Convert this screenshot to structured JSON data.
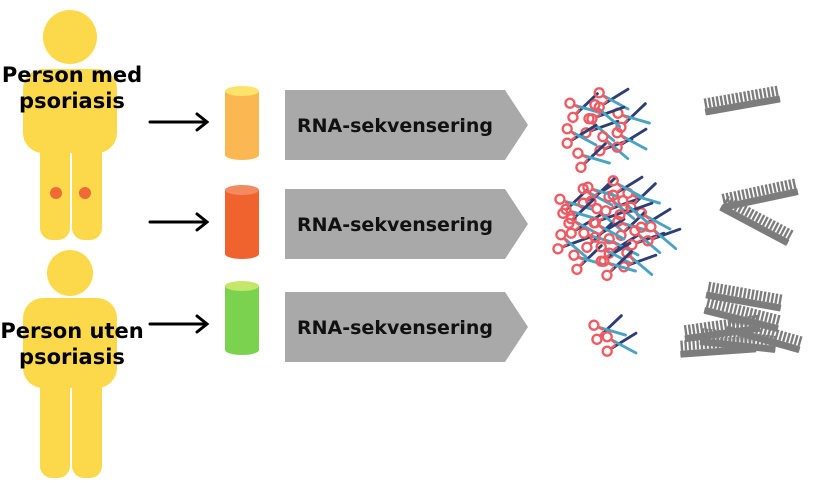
{
  "people": [
    {
      "label_line1": "Person med",
      "label_line2": "psoriasis"
    },
    {
      "label_line1": "Person uten",
      "label_line2": "psoriasis"
    }
  ],
  "rows": [
    {
      "process_label": "RNA-sekvensering",
      "tube_color": "#fbb752",
      "tube_top": "#fde36a",
      "scissors_count": 9,
      "comb_count": 1
    },
    {
      "process_label": "RNA-sekvensering",
      "tube_color": "#f0622e",
      "tube_top": "#f28a62",
      "scissors_count": 22,
      "comb_count": 2
    },
    {
      "process_label": "RNA-sekvensering",
      "tube_color": "#7ad24e",
      "tube_top": "#c4e66a",
      "scissors_count": 2,
      "comb_count": 6
    }
  ],
  "colors": {
    "person": "#fcd94b",
    "lesion": "#ef6a36",
    "arrow_box": "#a9a9a9",
    "scissors_handle": "#ef5b62",
    "scissors_blade_dark": "#2c3e74",
    "scissors_blade_light": "#4aa3c2",
    "comb": "#7c7c7c"
  },
  "icons": {
    "person": "person-icon",
    "tube": "tube-icon",
    "scissors": "scissors-icon",
    "comb": "comb-icon",
    "arrow": "right-arrow-icon"
  }
}
